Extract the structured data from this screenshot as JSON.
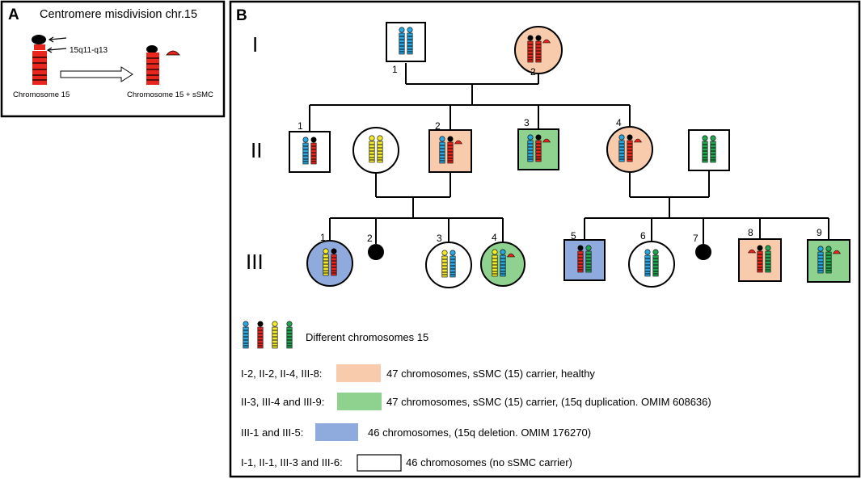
{
  "panel_a": {
    "letter": "A",
    "title": "Centromere misdivision chr.15",
    "region_label": "15q11-q13",
    "left_caption": "Chromosome 15",
    "right_caption": "Chromosome 15 + sSMC"
  },
  "panel_b": {
    "letter": "B",
    "generations": [
      "I",
      "II",
      "III"
    ],
    "individuals": [
      {
        "id": "I-1",
        "label": "1",
        "sex": "male",
        "fill": "white",
        "chromosomes": [
          "blue",
          "blue"
        ]
      },
      {
        "id": "I-2",
        "label": "2",
        "sex": "female",
        "fill": "peach",
        "chromosomes": [
          "red",
          "red",
          "sSMC"
        ]
      },
      {
        "id": "II-1",
        "label": "1",
        "sex": "male",
        "fill": "white",
        "chromosomes": [
          "blue",
          "red"
        ]
      },
      {
        "id": "II-spouse-1",
        "label": "",
        "sex": "female",
        "fill": "white",
        "chromosomes": [
          "yellow",
          "yellow"
        ]
      },
      {
        "id": "II-2",
        "label": "2",
        "sex": "male",
        "fill": "peach",
        "chromosomes": [
          "blue",
          "red",
          "sSMC"
        ]
      },
      {
        "id": "II-3",
        "label": "3",
        "sex": "male",
        "fill": "green",
        "chromosomes": [
          "blue",
          "red",
          "sSMC"
        ]
      },
      {
        "id": "II-4",
        "label": "4",
        "sex": "female",
        "fill": "peach",
        "chromosomes": [
          "blue",
          "red",
          "sSMC"
        ]
      },
      {
        "id": "II-spouse-2",
        "label": "",
        "sex": "male",
        "fill": "white",
        "chromosomes": [
          "green",
          "green"
        ]
      },
      {
        "id": "III-1",
        "label": "1",
        "sex": "female",
        "fill": "blue",
        "chromosomes": [
          "yellow",
          "red"
        ]
      },
      {
        "id": "III-2",
        "label": "2",
        "sex": "miscarriage",
        "fill": "black",
        "chromosomes": []
      },
      {
        "id": "III-3",
        "label": "3",
        "sex": "female",
        "fill": "white",
        "chromosomes": [
          "yellow",
          "blue"
        ]
      },
      {
        "id": "III-4",
        "label": "4",
        "sex": "female",
        "fill": "green",
        "chromosomes": [
          "yellow",
          "blue",
          "sSMC"
        ]
      },
      {
        "id": "III-5",
        "label": "5",
        "sex": "male",
        "fill": "blue",
        "chromosomes": [
          "red",
          "green"
        ]
      },
      {
        "id": "III-6",
        "label": "6",
        "sex": "female",
        "fill": "white",
        "chromosomes": [
          "blue",
          "green"
        ]
      },
      {
        "id": "III-7",
        "label": "7",
        "sex": "miscarriage",
        "fill": "black",
        "chromosomes": []
      },
      {
        "id": "III-8",
        "label": "8",
        "sex": "male",
        "fill": "peach",
        "chromosomes": [
          "sSMC",
          "red",
          "green"
        ]
      },
      {
        "id": "III-9",
        "label": "9",
        "sex": "male",
        "fill": "green",
        "chromosomes": [
          "blue",
          "green",
          "sSMC"
        ]
      }
    ],
    "legend": [
      {
        "swatch": "chromosomes",
        "text": "Different chromosomes 15"
      },
      {
        "prefix": "I-2, II-2, II-4, III-8:",
        "swatch": "peach",
        "text": "47 chromosomes, sSMC (15) carrier, healthy"
      },
      {
        "prefix": "II-3, III-4 and III-9:",
        "swatch": "green",
        "text": "47 chromosomes, sSMC (15) carrier, (15q duplication. OMIM 608636)"
      },
      {
        "prefix": "III-1 and III-5:",
        "swatch": "blue",
        "text": "46 chromosomes, (15q deletion. OMIM 176270)"
      },
      {
        "prefix": "I-1, II-1, III-3 and III-6:",
        "swatch": "white",
        "text": "46 chromosomes (no sSMC carrier)"
      }
    ]
  },
  "colors": {
    "peach": "#F8CBAD",
    "green": "#8FD18F",
    "blue": "#8FAADC",
    "white": "#FFFFFF",
    "chr_blue": "#2AA7E0",
    "chr_red": "#E8261E",
    "chr_yellow": "#F2EA2B",
    "chr_green": "#21A651",
    "black": "#000000"
  }
}
